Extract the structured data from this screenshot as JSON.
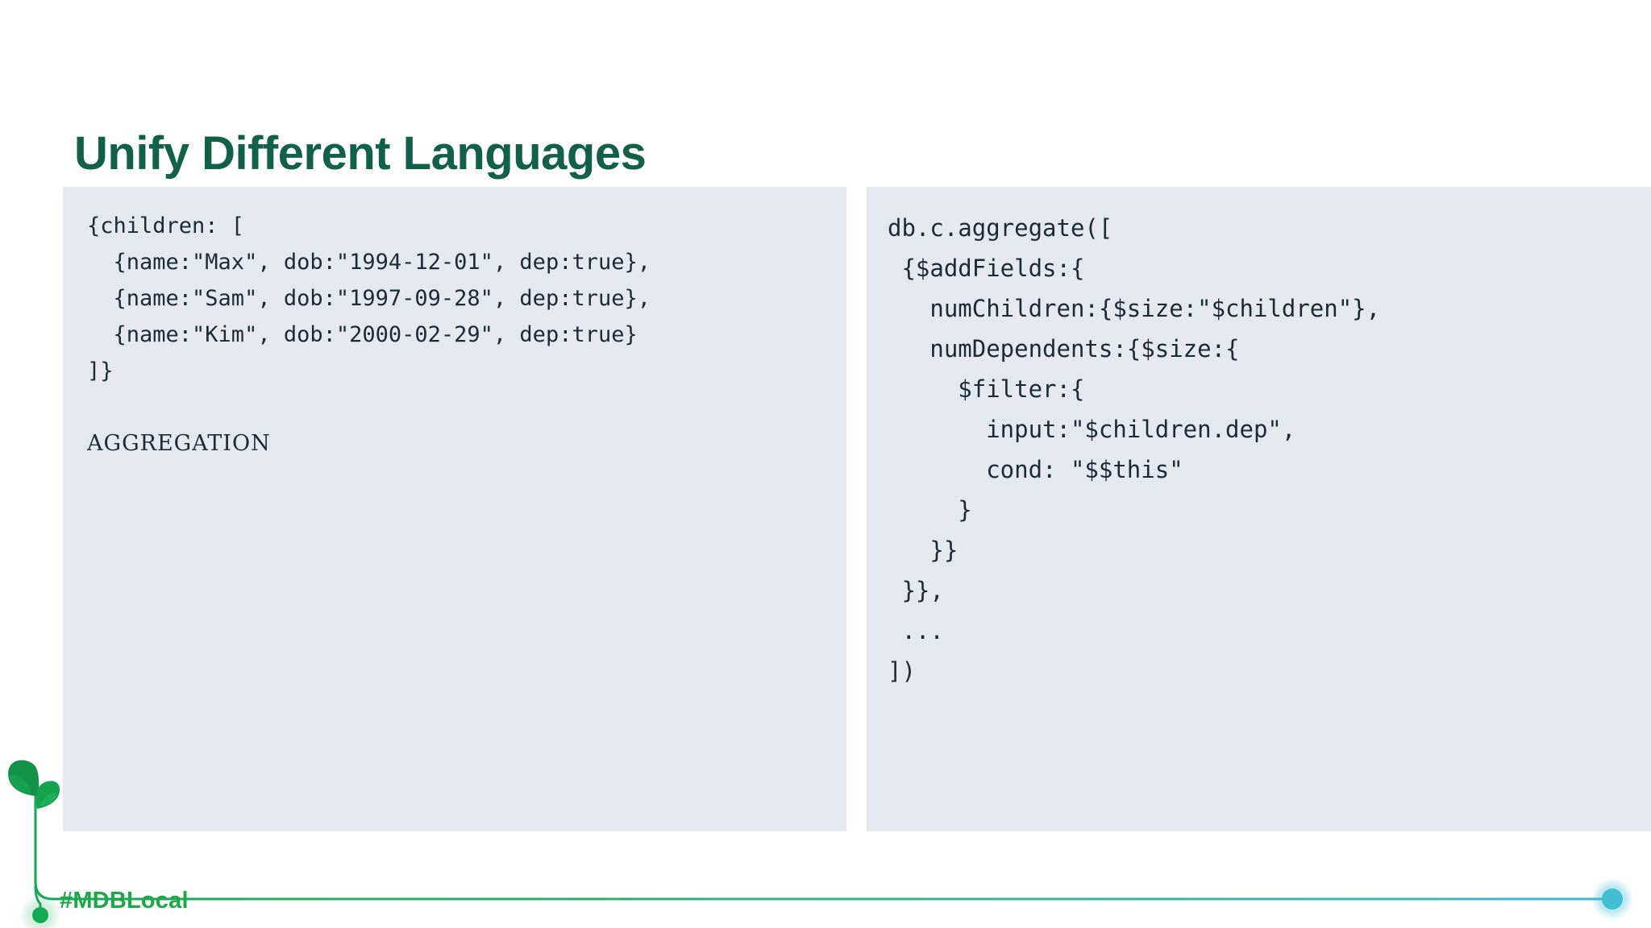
{
  "slide": {
    "title": "Unify Different Languages",
    "background_color": "#ffffff",
    "title_color": "#116149"
  },
  "panels": {
    "left": {
      "name": "document-sample-panel",
      "background_color": "#e5e9ef",
      "code_lines": [
        "{children: [",
        "  {name:\"Max\", dob:\"1994-12-01\", dep:true},",
        "  {name:\"Sam\", dob:\"1997-09-28\", dep:true},",
        "  {name:\"Kim\", dob:\"2000-02-29\", dep:true}",
        "]}"
      ],
      "label": "AGGREGATION"
    },
    "right": {
      "name": "aggregation-pipeline-panel",
      "background_color": "#e5e9ef",
      "code_lines": [
        "db.c.aggregate([",
        " {$addFields:{",
        "   numChildren:{$size:\"$children\"},",
        "   numDependents:{$size:{",
        "     $filter:{",
        "       input:\"$children.dep\",",
        "       cond: \"$$this\"",
        "     }",
        "   }}",
        " }},",
        " ...",
        "])"
      ]
    }
  },
  "footer": {
    "hashtag": "#MDBLocal",
    "hashtag_color": "#20a74a",
    "vine_start_color": "#13aa52",
    "vine_end_color": "#41b6cc",
    "leaf_color": "#13924a",
    "dot_color": "#41bdd4"
  }
}
